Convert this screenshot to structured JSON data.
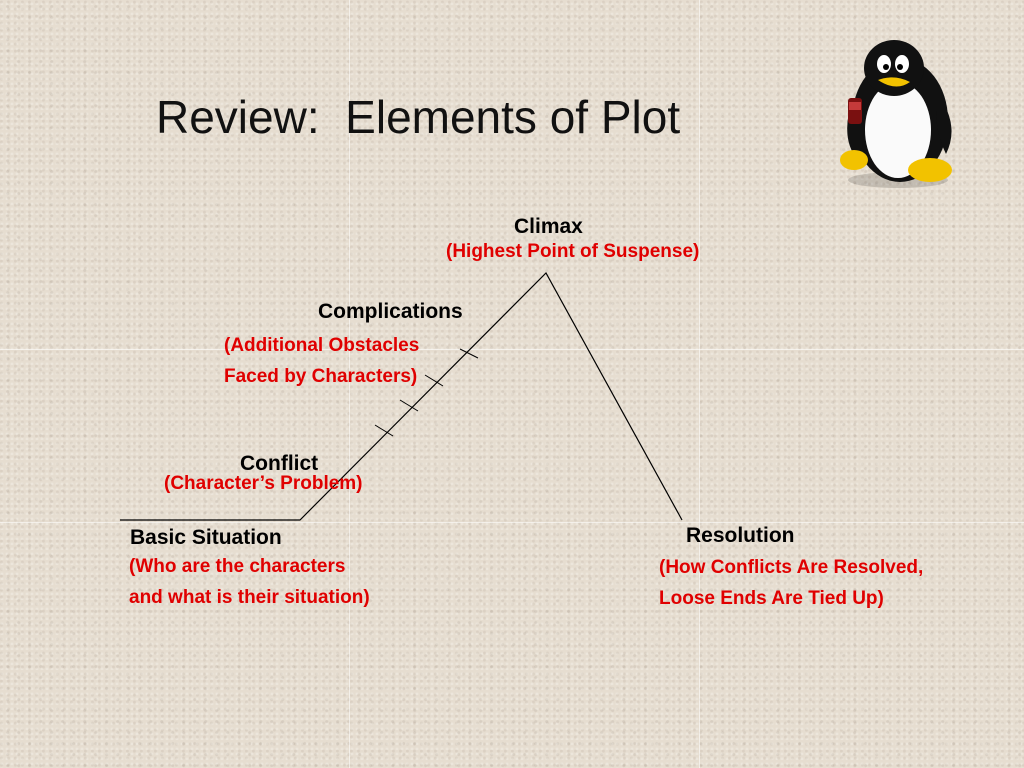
{
  "slide": {
    "title": "Review:  Elements of Plot"
  },
  "plot_diagram": {
    "climax": {
      "label": "Climax",
      "description": "(Highest Point of Suspense)"
    },
    "complications": {
      "label": "Complications",
      "description_lines": [
        "(Additional Obstacles",
        "Faced by Characters)"
      ]
    },
    "conflict": {
      "label": "Conflict",
      "description": "(Character’s Problem)"
    },
    "basic_situation": {
      "label": "Basic Situation",
      "description_lines": [
        "(Who are the characters",
        "and what is their situation)"
      ]
    },
    "resolution": {
      "label": "Resolution",
      "description_lines": [
        "(How Conflicts Are Resolved,",
        "Loose Ends Are Tied Up)"
      ]
    }
  },
  "colors": {
    "label": "#000000",
    "description": "#e00000",
    "background": "#e6ddd0"
  },
  "icons": {
    "mascot": "penguin-icon"
  }
}
